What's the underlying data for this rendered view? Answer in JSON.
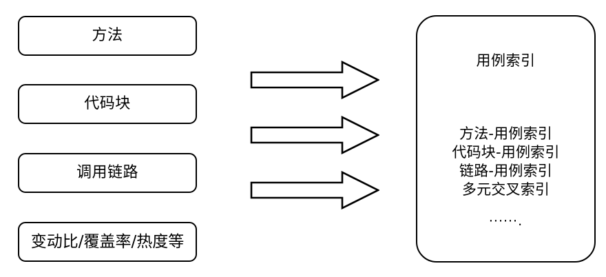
{
  "diagram": {
    "background_color": "#ffffff",
    "stroke_color": "#000000",
    "text_color": "#000000",
    "sources": [
      {
        "label": "方法"
      },
      {
        "label": "代码块"
      },
      {
        "label": "调用链路"
      },
      {
        "label": "变动比/覆盖率/热度等"
      }
    ],
    "arrows": [
      {
        "icon": "right-arrow-icon"
      },
      {
        "icon": "right-arrow-icon"
      },
      {
        "icon": "right-arrow-icon"
      }
    ],
    "target": {
      "title": "用例索引",
      "items": [
        "方法-用例索引",
        "代码块-用例索引",
        "链路-用例索引",
        "多元交叉索引"
      ],
      "ellipsis": "······."
    }
  }
}
